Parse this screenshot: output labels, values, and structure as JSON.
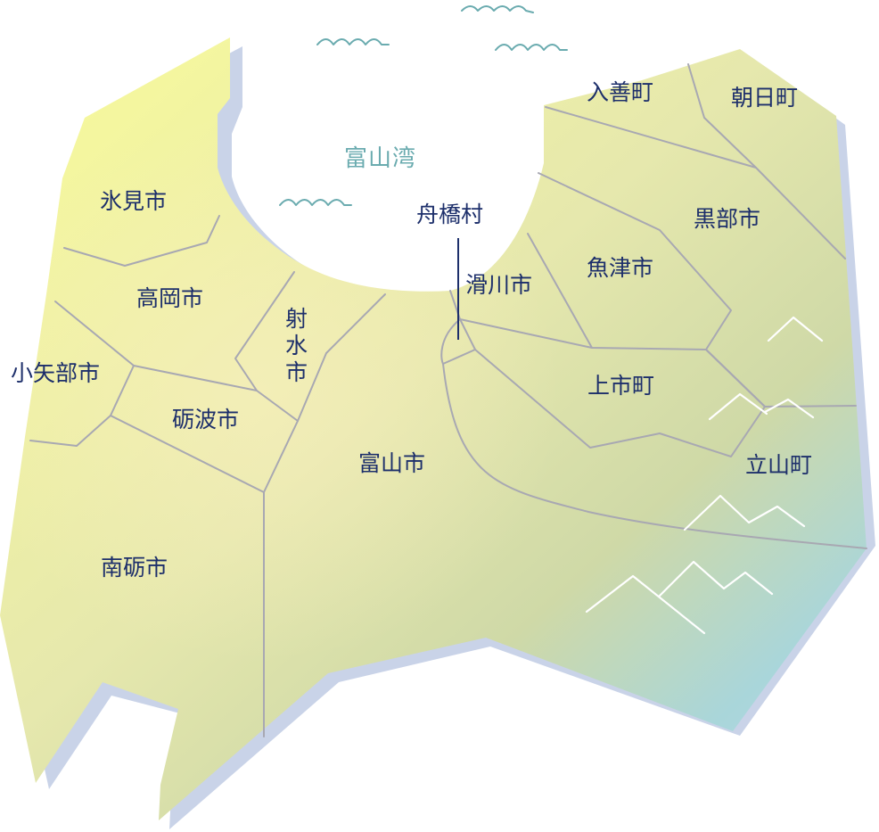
{
  "colors": {
    "label": "#1d2f6b",
    "bay_label": "#6aabaf",
    "wave": "#6aabaf",
    "border": "#a8a8b2",
    "shadow": "#c9d3e8",
    "fill_yellow": "#f9fb9a",
    "fill_olive": "#cfd9a7",
    "fill_teal": "#a9d6da",
    "fill_blue": "#bcdcee"
  },
  "bay": {
    "label": "富山湾"
  },
  "municipalities": [
    {
      "id": "himi",
      "label": "氷見市"
    },
    {
      "id": "takaoka",
      "label": "高岡市"
    },
    {
      "id": "oyabe",
      "label": "小矢部市"
    },
    {
      "id": "tonami",
      "label": "砺波市"
    },
    {
      "id": "nanto",
      "label": "南砺市"
    },
    {
      "id": "imizu",
      "label": "射水市",
      "chars": [
        "射",
        "水",
        "市"
      ]
    },
    {
      "id": "toyama",
      "label": "富山市"
    },
    {
      "id": "funahashi",
      "label": "舟橋村"
    },
    {
      "id": "namerikawa",
      "label": "滑川市"
    },
    {
      "id": "uozu",
      "label": "魚津市"
    },
    {
      "id": "kamiichi",
      "label": "上市町"
    },
    {
      "id": "tateyama",
      "label": "立山町"
    },
    {
      "id": "kurobe",
      "label": "黒部市"
    },
    {
      "id": "nyuzen",
      "label": "入善町"
    },
    {
      "id": "asahi",
      "label": "朝日町"
    }
  ],
  "icons": {
    "sea_waves": "wave-icon",
    "mountains": "mountain-icon"
  }
}
